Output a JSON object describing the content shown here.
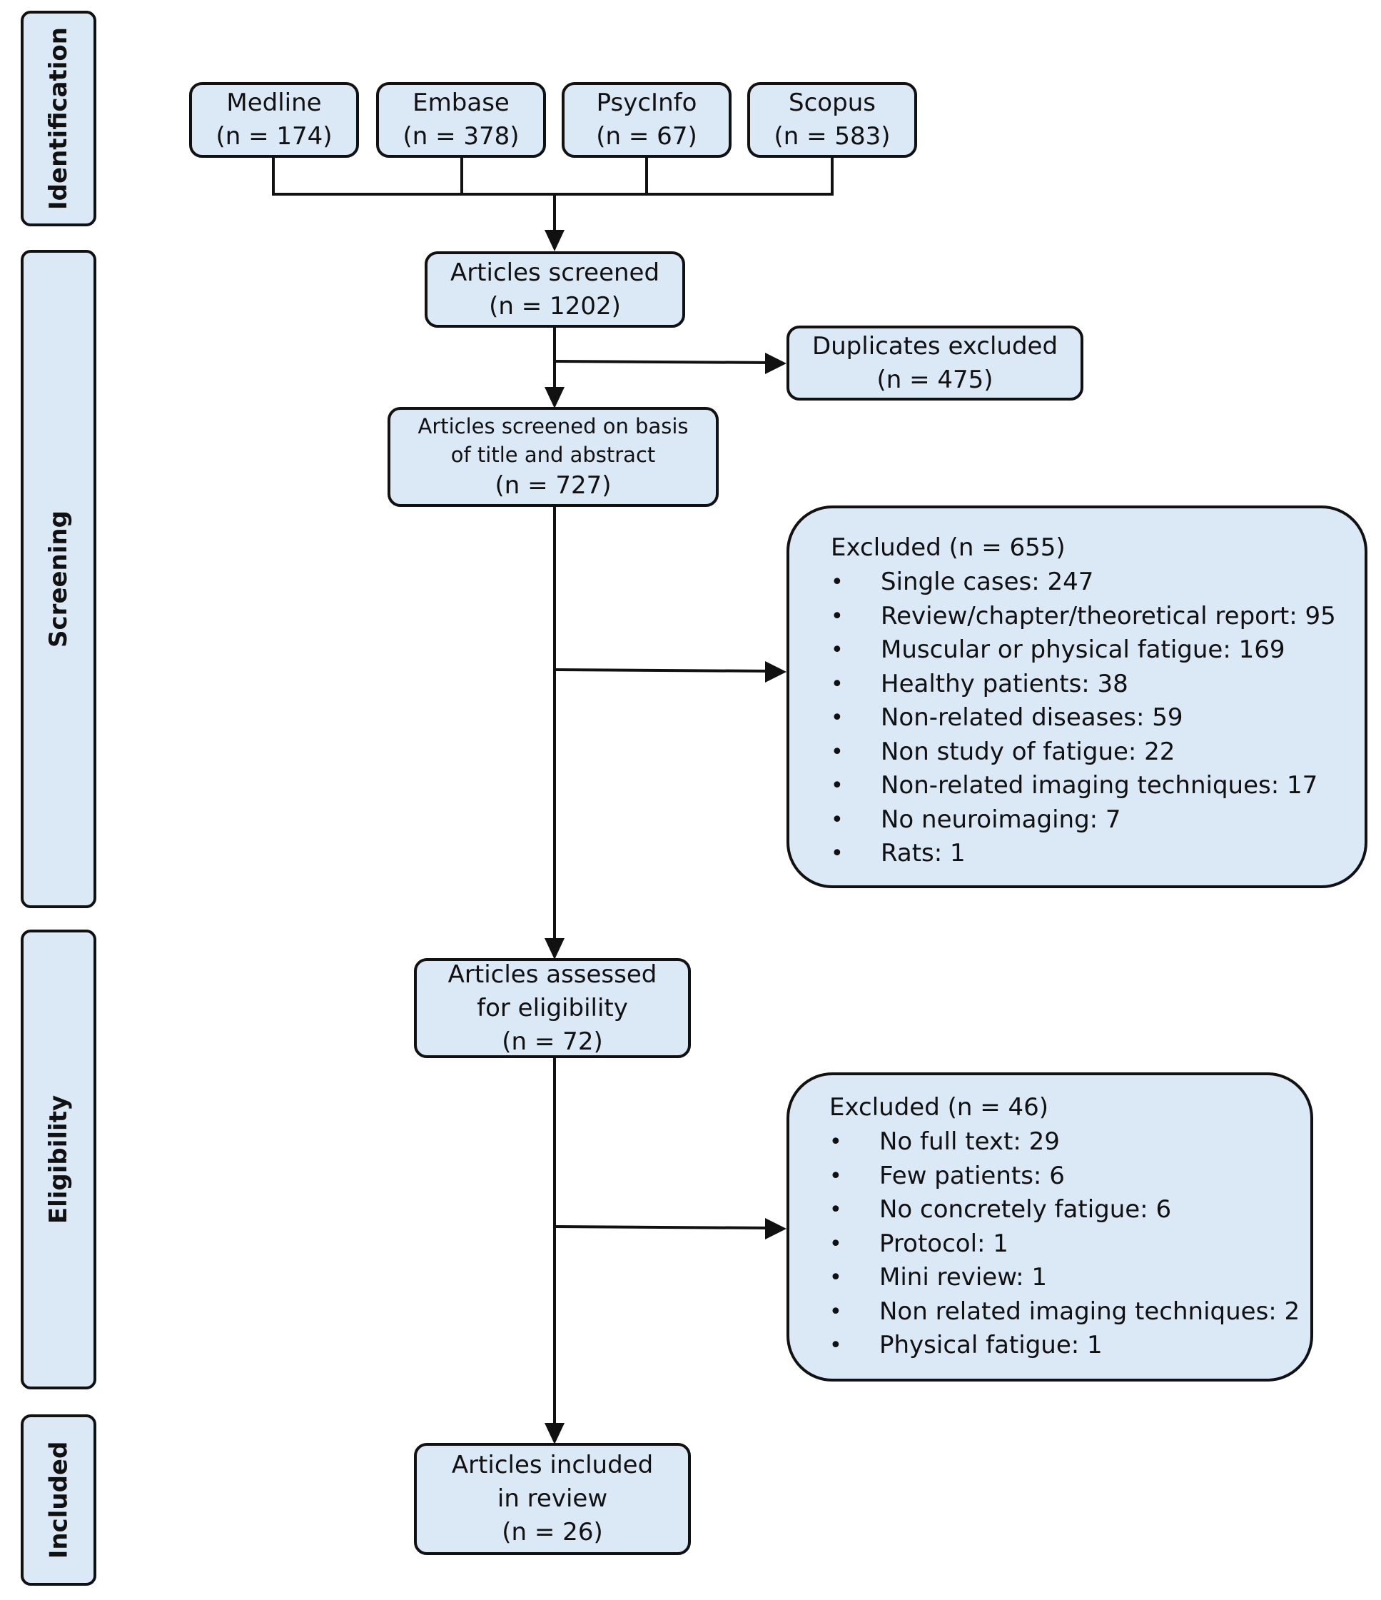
{
  "phases": {
    "identification": "Identification",
    "screening": "Screening",
    "eligibility": "Eligibility",
    "included": "Included"
  },
  "sources": [
    {
      "name": "Medline",
      "count": "(n = 174)"
    },
    {
      "name": "Embase",
      "count": "(n = 378)"
    },
    {
      "name": "PsycInfo",
      "count": "(n = 67)"
    },
    {
      "name": "Scopus",
      "count": "(n = 583)"
    }
  ],
  "screened": {
    "line1": "Articles screened",
    "count": "(n = 1202)"
  },
  "duplicates": {
    "line1": "Duplicates excluded",
    "count": "(n = 475)"
  },
  "title_abstract": {
    "line1": "Articles screened on basis",
    "line2": "of title and abstract",
    "count": "(n = 727)"
  },
  "excluded_screening": {
    "heading": "Excluded (n = 655)",
    "items": [
      "Single cases: 247",
      "Review/chapter/theoretical report: 95",
      "Muscular or physical fatigue: 169",
      "Healthy patients: 38",
      "Non-related diseases: 59",
      "Non study of fatigue: 22",
      "Non-related imaging techniques: 17",
      "No neuroimaging: 7",
      "Rats: 1"
    ]
  },
  "eligibility_box": {
    "line1": "Articles assessed",
    "line2": "for eligibility",
    "count": "(n = 72)"
  },
  "excluded_eligibility": {
    "heading": "Excluded (n = 46)",
    "items": [
      "No full text: 29",
      "Few patients: 6",
      "No concretely fatigue: 6",
      "Protocol: 1",
      "Mini review: 1",
      "Non related imaging techniques: 2",
      "Physical fatigue: 1"
    ]
  },
  "included_box": {
    "line1": "Articles included",
    "line2": "in review",
    "count": "(n = 26)"
  },
  "bullet_glyph": "•"
}
